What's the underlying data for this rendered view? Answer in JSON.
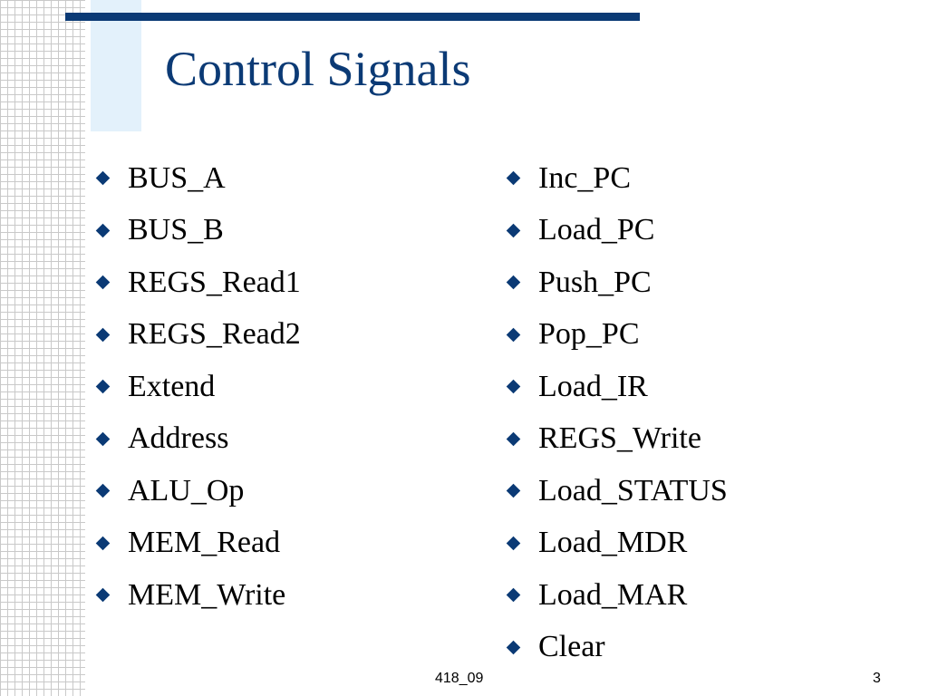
{
  "slide": {
    "title": "Control Signals",
    "footer_text": "418_09",
    "page_number": "3"
  },
  "left_column": [
    "BUS_A",
    "BUS_B",
    "REGS_Read1",
    "REGS_Read2",
    "Extend",
    "Address",
    "ALU_Op",
    "MEM_Read",
    "MEM_Write"
  ],
  "right_column": [
    "Inc_PC",
    "Load_PC",
    "Push_PC",
    "Pop_PC",
    "Load_IR",
    "REGS_Write",
    "Load_STATUS",
    "Load_MDR",
    "Load_MAR",
    "Clear"
  ],
  "colors": {
    "accent": "#0b3a75",
    "title_block": "#e3f1fb",
    "grid_lines": "#c9c9c9"
  },
  "icons": {
    "bullet": "diamond-bullet-icon"
  }
}
